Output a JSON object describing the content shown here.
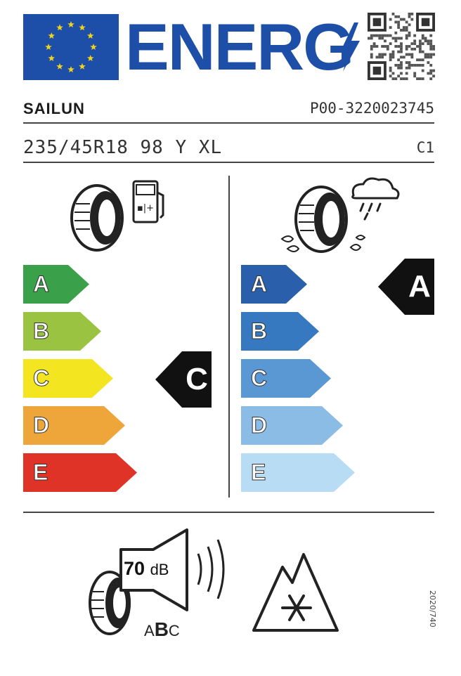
{
  "header": {
    "title": "ENERG",
    "flag_color": "#1d4fa8",
    "brand_color": "#1d4fa8"
  },
  "supplier": {
    "name": "SAILUN",
    "product_id": "P00-3220023745"
  },
  "tyre": {
    "size": "235/45R18 98 Y XL",
    "class": "C1"
  },
  "fuel_efficiency": {
    "icon": "tyre-fuel-pump-icon",
    "classes": [
      {
        "letter": "A",
        "color": "#3aa04a"
      },
      {
        "letter": "B",
        "color": "#9ac341"
      },
      {
        "letter": "C",
        "color": "#f3e51f"
      },
      {
        "letter": "D",
        "color": "#eea53a"
      },
      {
        "letter": "E",
        "color": "#df3327"
      }
    ],
    "rating": "C"
  },
  "wet_grip": {
    "icon": "tyre-rain-cloud-icon",
    "classes": [
      {
        "letter": "A",
        "color": "#2a5fab"
      },
      {
        "letter": "B",
        "color": "#3779c0"
      },
      {
        "letter": "C",
        "color": "#5a98d3"
      },
      {
        "letter": "D",
        "color": "#8bbce6"
      },
      {
        "letter": "E",
        "color": "#b9dcf5"
      }
    ],
    "rating": "A"
  },
  "noise": {
    "value": "70",
    "unit": "dB",
    "class_a": "A",
    "class_b": "B",
    "class_c": "C",
    "rating": "B"
  },
  "snow": {
    "icon": "snowflake-mountain-icon"
  },
  "regulation": "2020/740"
}
